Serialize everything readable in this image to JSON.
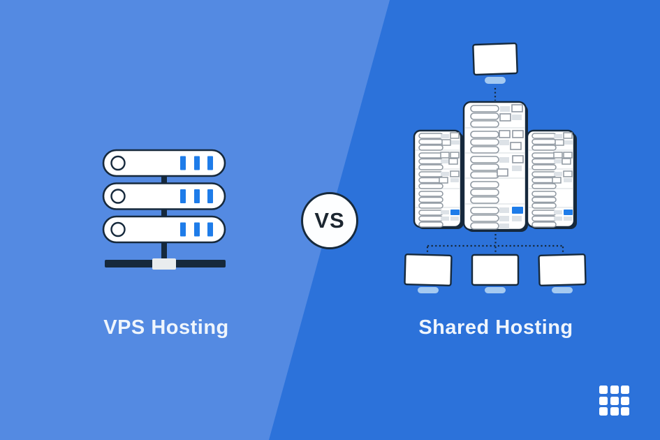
{
  "left_panel": {
    "label": "VPS Hosting",
    "icon": "vps-server-stack-icon",
    "background": "#548AE2"
  },
  "right_panel": {
    "label": "Shared Hosting",
    "icon": "shared-hosting-diagram",
    "background": "#2C72DA"
  },
  "center": {
    "vs_label": "VS"
  },
  "branding": {
    "logo_icon": "grid-logo-icon"
  },
  "colors": {
    "panel_left_blue": "#548AE2",
    "panel_right_blue": "#2C72DA",
    "outline_navy": "#16293C",
    "accent_blue": "#1E7CE9",
    "light_blue_stand": "#A5CAF1",
    "detail_gray": "#8F98A1",
    "texture_gray": "#DDE2E7",
    "divider_gray": "#E4E7EA",
    "white": "#FFFFFF"
  }
}
